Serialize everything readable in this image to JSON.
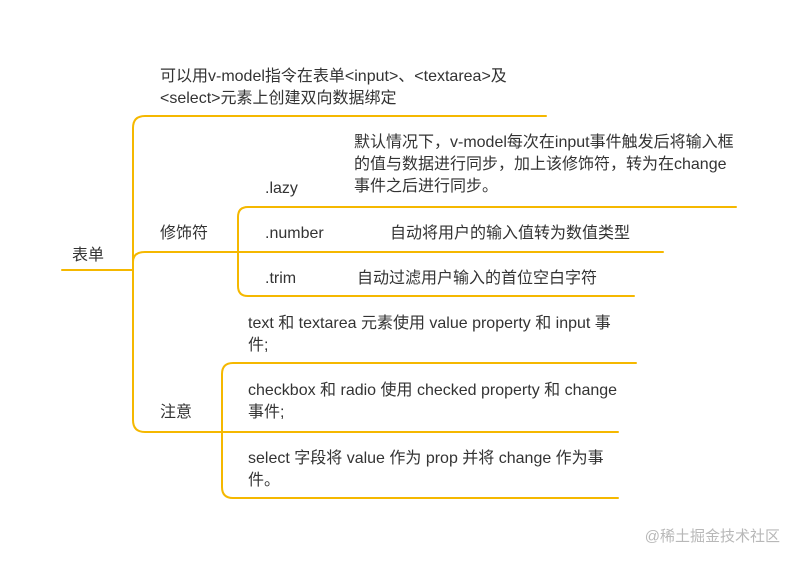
{
  "mindmap": {
    "root": "表单",
    "branch_v_model": "可以用v-model指令在表单<input>、<textarea>及<select>元素上创建双向数据绑定",
    "branch_modifiers": {
      "label": "修饰符",
      "lazy": {
        "name": ".lazy",
        "desc": "默认情况下，v-model每次在input事件触发后将输入框的值与数据进行同步，加上该修饰符，转为在change事件之后进行同步。"
      },
      "number": {
        "name": ".number",
        "desc": "自动将用户的输入值转为数值类型"
      },
      "trim": {
        "name": ".trim",
        "desc": "自动过滤用户输入的首位空白字符"
      }
    },
    "branch_notes": {
      "label": "注意",
      "items": [
        "text 和 textarea 元素使用 value property 和 input 事件;",
        "checkbox 和 radio 使用 checked property 和 change 事件;",
        "select 字段将 value 作为 prop 并将 change 作为事件。"
      ]
    },
    "line_color": "#F5B800"
  },
  "watermark": "@稀土掘金技术社区"
}
